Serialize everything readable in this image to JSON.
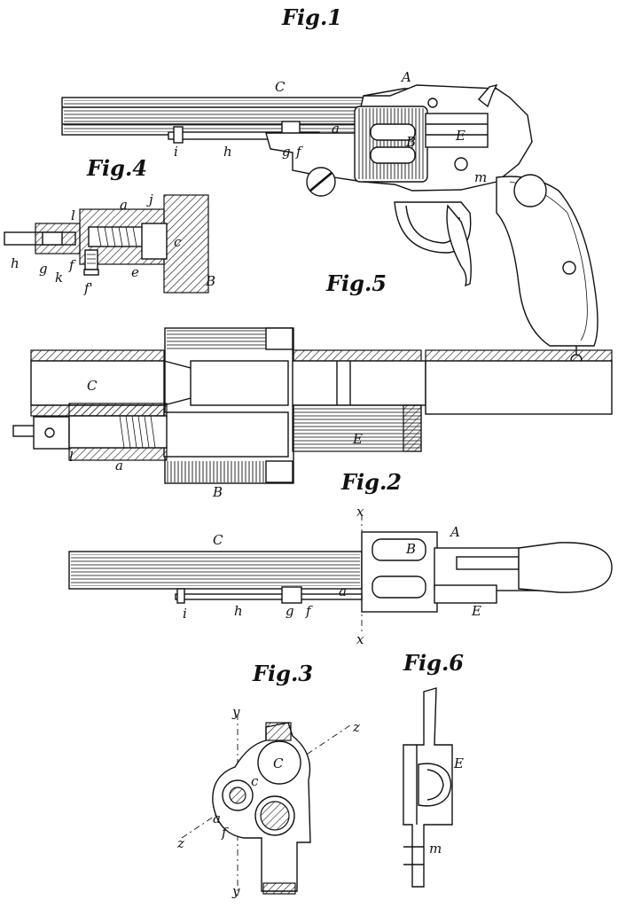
{
  "figures": {
    "fig1": {
      "title": "Fig.1",
      "labels": {
        "A": "A",
        "C": "C",
        "a": "a",
        "B": "B",
        "E": "E",
        "i": "i",
        "h": "h",
        "g": "g",
        "f": "f",
        "m": "m"
      }
    },
    "fig4": {
      "title": "Fig.4",
      "labels": {
        "a": "a",
        "j": "j",
        "l": "l",
        "c": "c",
        "h": "h",
        "g": "g",
        "k": "k",
        "f": "f",
        "e": "e",
        "f2": "f'",
        "B": "B"
      }
    },
    "fig5": {
      "title": "Fig.5",
      "labels": {
        "C": "C",
        "E": "E",
        "l": "l",
        "a": "a",
        "B": "B"
      }
    },
    "fig2": {
      "title": "Fig.2",
      "labels": {
        "x_top": "x",
        "A": "A",
        "C": "C",
        "B": "B",
        "a": "a",
        "E": "E",
        "i": "i",
        "h": "h",
        "g": "g",
        "f": "f",
        "x_bottom": "x"
      }
    },
    "fig3": {
      "title": "Fig.3",
      "labels": {
        "y_top": "y",
        "z_right": "z",
        "C": "C",
        "c": "c",
        "a": "a",
        "f": "f",
        "z_left": "z",
        "y_bottom": "y"
      }
    },
    "fig6": {
      "title": "Fig.6",
      "labels": {
        "E": "E",
        "m": "m"
      }
    }
  },
  "style": {
    "ink": "#111111",
    "paper": "#ffffff"
  }
}
